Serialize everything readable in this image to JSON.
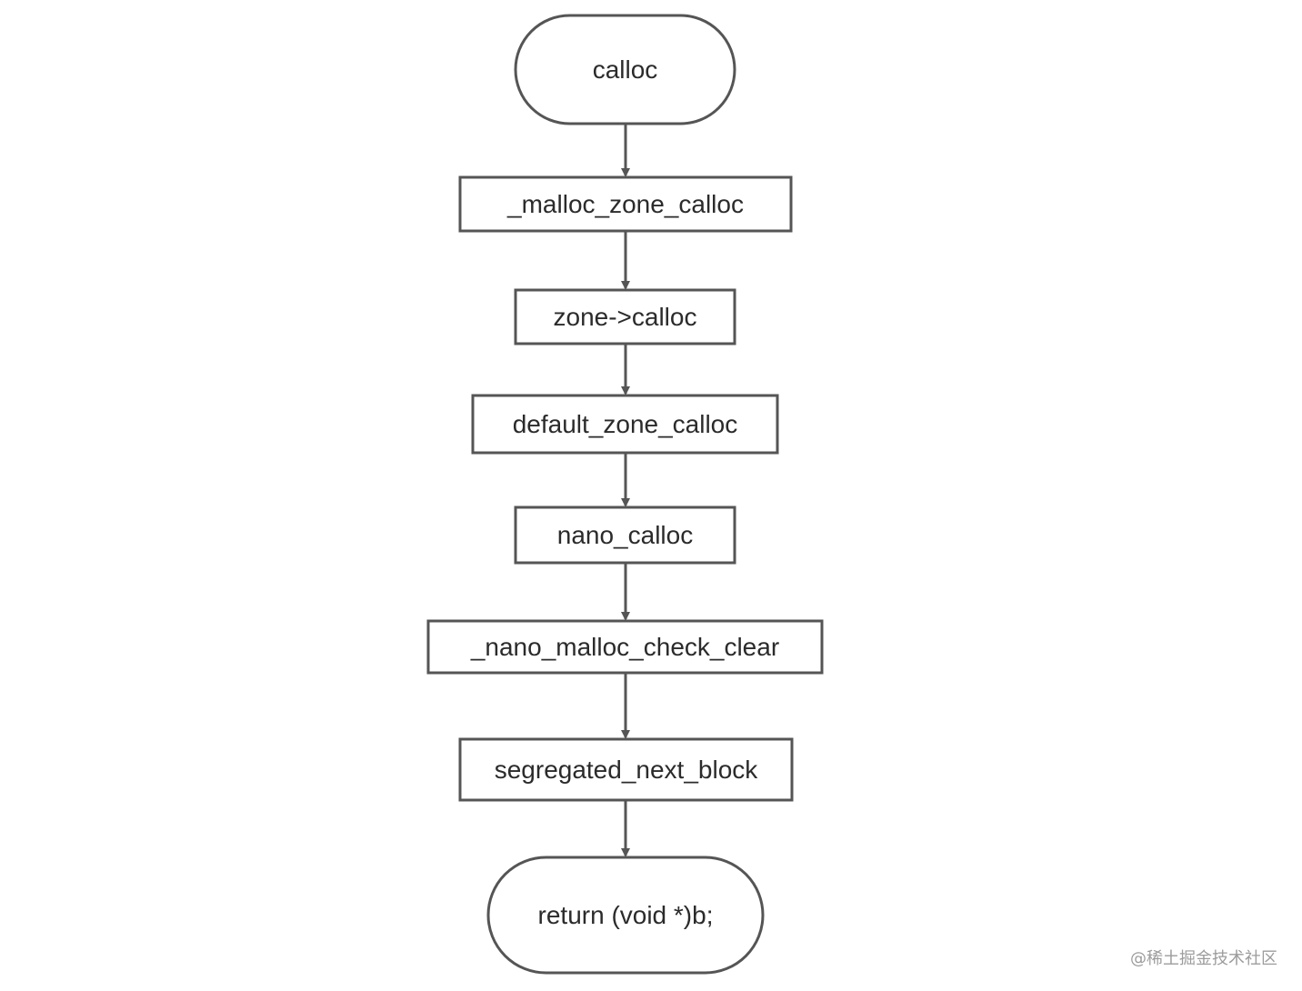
{
  "diagram": {
    "type": "flowchart",
    "nodes": [
      {
        "id": "n1",
        "shape": "terminal",
        "label": "calloc"
      },
      {
        "id": "n2",
        "shape": "process",
        "label": "_malloc_zone_calloc"
      },
      {
        "id": "n3",
        "shape": "process",
        "label": "zone->calloc"
      },
      {
        "id": "n4",
        "shape": "process",
        "label": "default_zone_calloc"
      },
      {
        "id": "n5",
        "shape": "process",
        "label": "nano_calloc"
      },
      {
        "id": "n6",
        "shape": "process",
        "label": "_nano_malloc_check_clear"
      },
      {
        "id": "n7",
        "shape": "process",
        "label": "segregated_next_block"
      },
      {
        "id": "n8",
        "shape": "terminal",
        "label": "return (void *)b;"
      }
    ],
    "edges": [
      {
        "from": "n1",
        "to": "n2"
      },
      {
        "from": "n2",
        "to": "n3"
      },
      {
        "from": "n3",
        "to": "n4"
      },
      {
        "from": "n4",
        "to": "n5"
      },
      {
        "from": "n5",
        "to": "n6"
      },
      {
        "from": "n6",
        "to": "n7"
      },
      {
        "from": "n7",
        "to": "n8"
      }
    ],
    "colors": {
      "stroke": "#555555",
      "text": "#2b2b2b",
      "background": "#ffffff"
    }
  },
  "watermark": {
    "text": "@稀土掘金技术社区"
  }
}
